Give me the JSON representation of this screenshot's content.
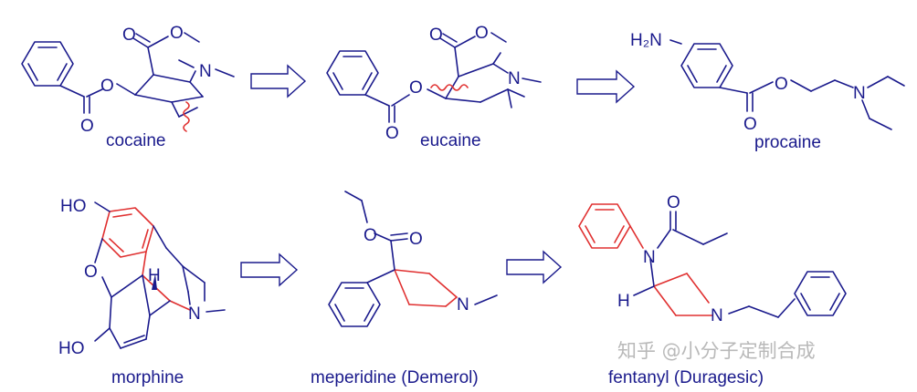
{
  "labels": {
    "cocaine": "cocaine",
    "eucaine": "eucaine",
    "procaine": "procaine",
    "morphine": "morphine",
    "meperidine": "meperidine (Demerol)",
    "fentanyl": "fentanyl (Duragesic)"
  },
  "atoms": {
    "O": "O",
    "N": "N",
    "H": "H",
    "HO": "HO",
    "H2N": "H₂N"
  },
  "watermark": "知乎 @小分子定制合成",
  "colors": {
    "structure": "#1a1a8c",
    "highlight": "#e03030",
    "watermark": "#b9b9b9"
  }
}
